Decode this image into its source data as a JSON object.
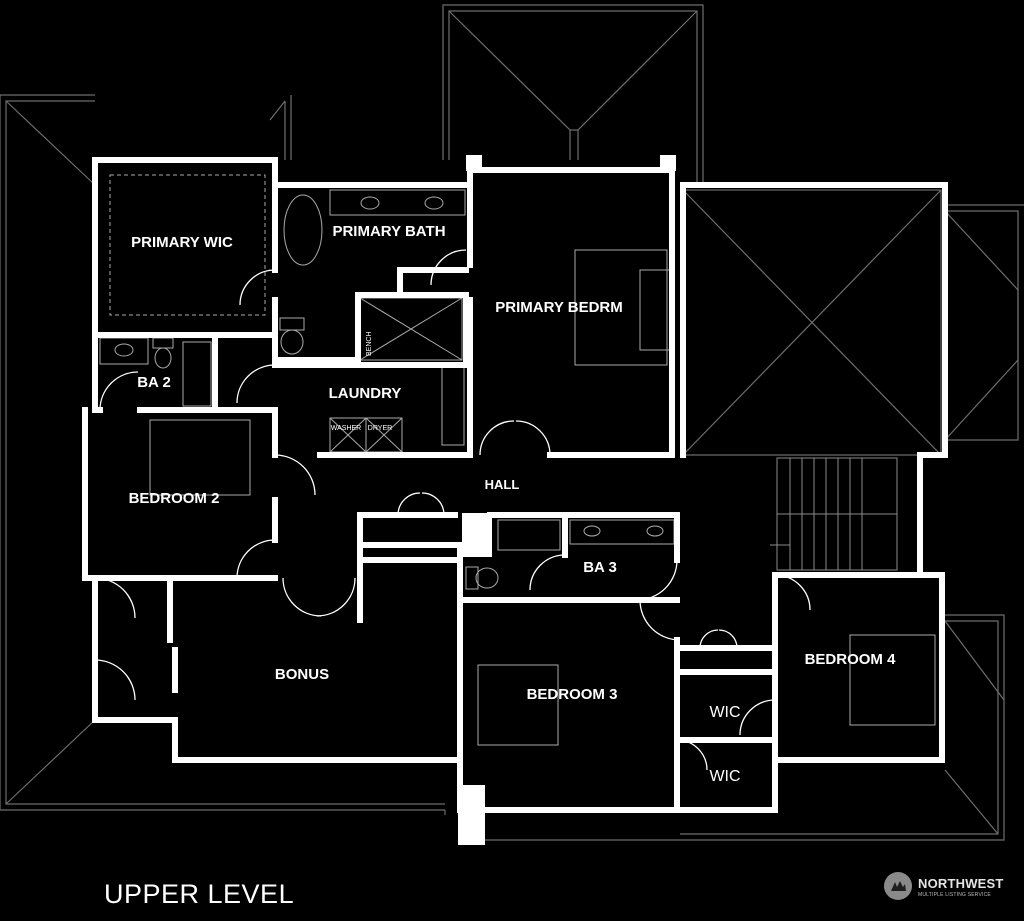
{
  "level_title": "UPPER LEVEL",
  "rooms": {
    "primary_wic": "PRIMARY WIC",
    "primary_bath": "PRIMARY BATH",
    "primary_bedrm": "PRIMARY BEDRM",
    "ba2": "BA 2",
    "laundry": "LAUNDRY",
    "bedroom2": "BEDROOM 2",
    "hall": "HALL",
    "ba3": "BA 3",
    "bonus": "BONUS",
    "bedroom3": "BEDROOM 3",
    "bedroom4": "BEDROOM 4",
    "wic_upper": "WIC",
    "wic_lower": "WIC"
  },
  "fixtures": {
    "bench": "BENCH",
    "washer": "WASHER",
    "dryer": "DRYER"
  },
  "logo": {
    "name": "NORTHWEST",
    "subtitle": "MULTIPLE LISTING SERVICE"
  },
  "colors": {
    "background": "#000000",
    "walls": "#ffffff",
    "roof_lines": "#6e6e6e"
  }
}
